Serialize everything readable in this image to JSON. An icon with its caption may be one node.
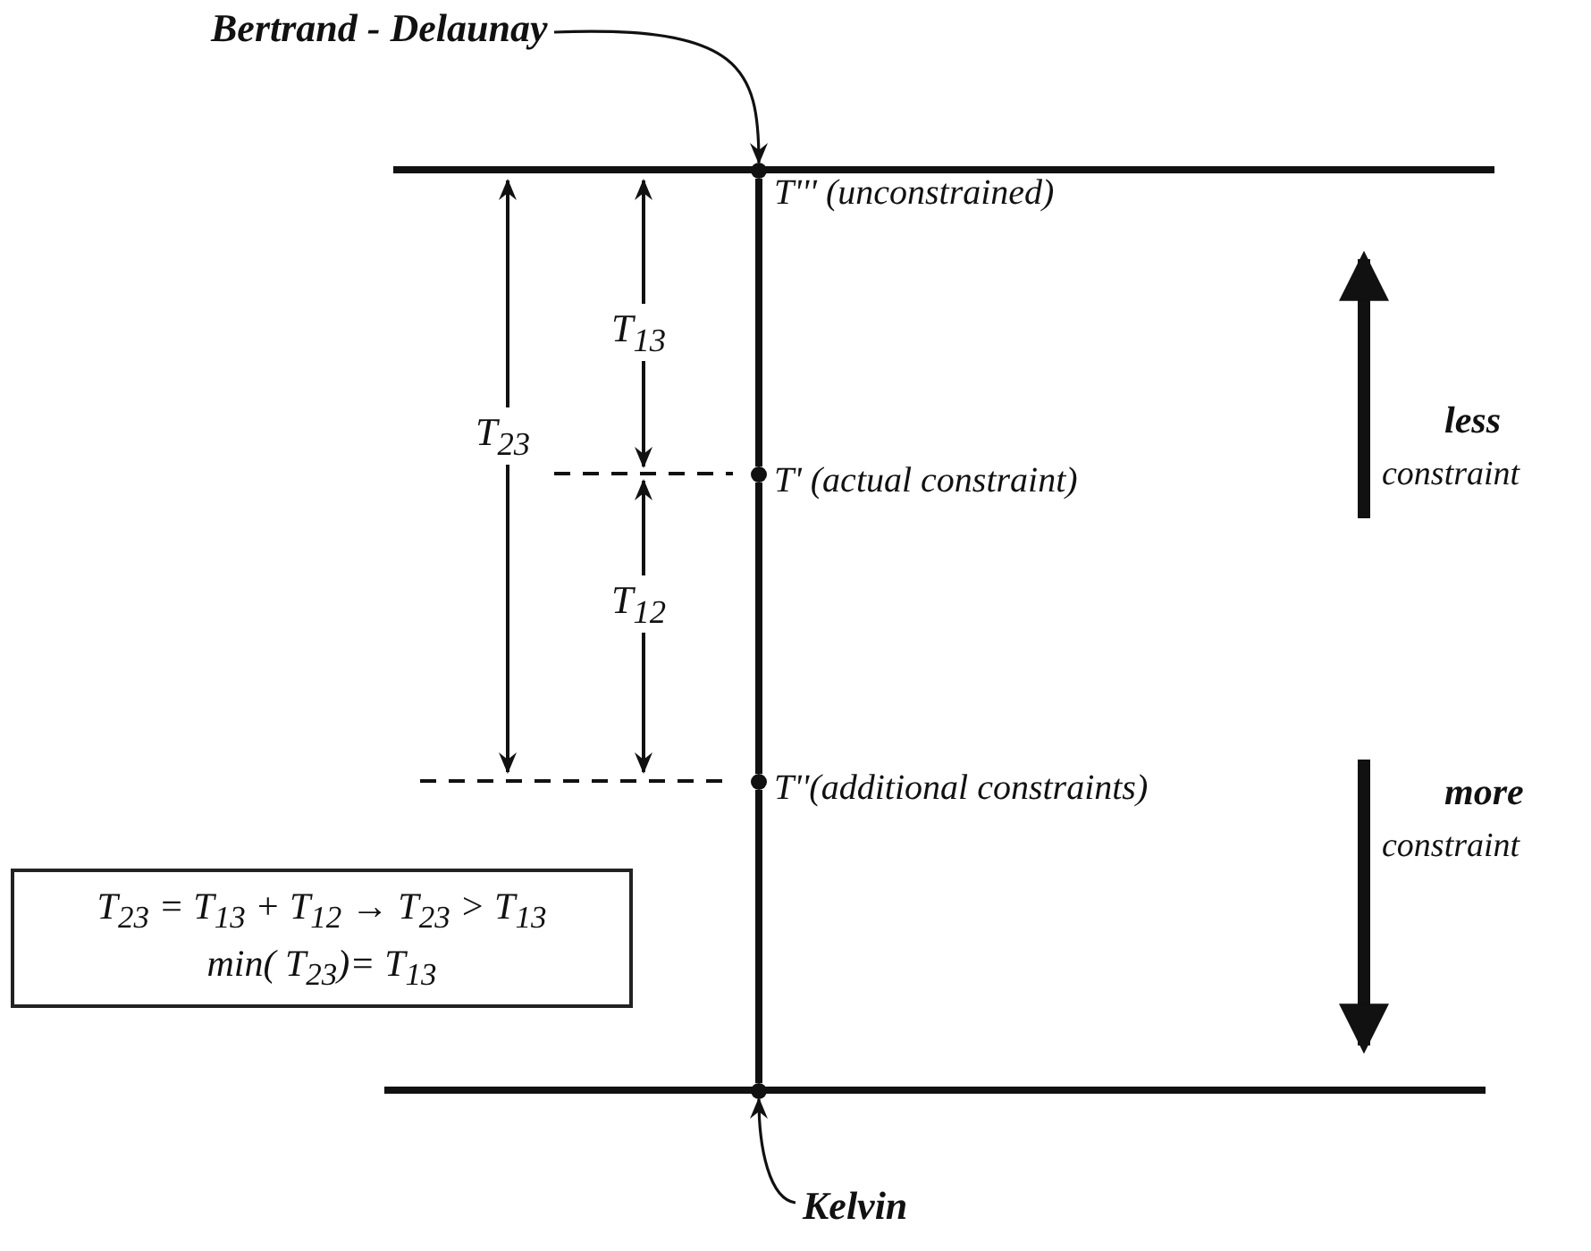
{
  "diagram": {
    "nodes": [
      {
        "text": [
          "Bertrand - Delaunay"
        ]
      },
      {
        "text": [],
        "shape": "circle",
        "beside": [
          "T''' (unconstrained)"
        ]
      },
      {
        "text": [],
        "shape": "circle",
        "beside": [
          "T' (actual constraint)"
        ]
      },
      {
        "text": [],
        "shape": "circle",
        "beside": [
          "T''(additional constraints)"
        ]
      },
      {
        "text": [],
        "shape": "circle"
      },
      {
        "text": [
          "Kelvin"
        ]
      },
      {
        "text": [
          "T$_{23}$ = T$_{13}$ + T$_{12}$ → T$_{23}$ > T$_{13}$",
          "min( T$_{23}$)= T$_{13}$"
        ]
      }
    ],
    "edges": [
      {
        "from": 0,
        "to": 1,
        "arrow": "to"
      },
      {
        "from": 1,
        "to": 2,
        "arrow": "none"
      },
      {
        "from": 2,
        "to": 3,
        "arrow": "none"
      },
      {
        "from": 3,
        "to": 4,
        "arrow": "none"
      },
      {
        "from": 5,
        "to": 4,
        "arrow": "to"
      }
    ],
    "labels": [
      "T$_{23}$",
      "T$_{13}$",
      "T$_{12}$",
      "less",
      "constraint",
      "more",
      "constraint"
    ]
  }
}
